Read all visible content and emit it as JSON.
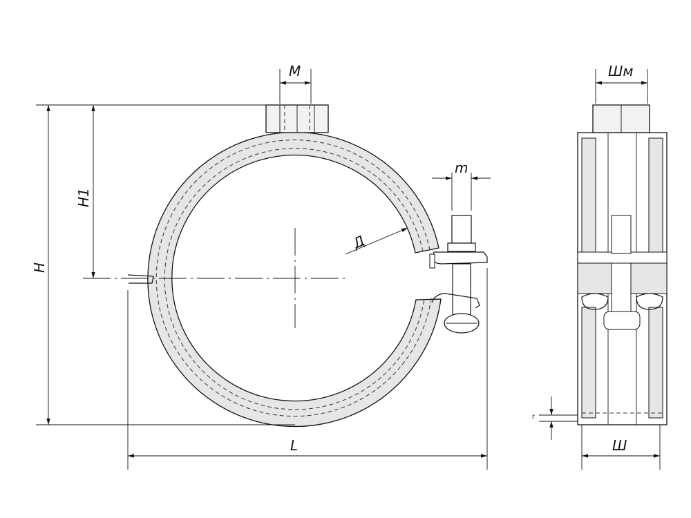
{
  "labels": {
    "m_dim": "M",
    "shm": "Шм",
    "m_small": "m",
    "h1": "H1",
    "h": "H",
    "d": "Д",
    "l": "L",
    "sh": "Ш",
    "t": "t"
  }
}
